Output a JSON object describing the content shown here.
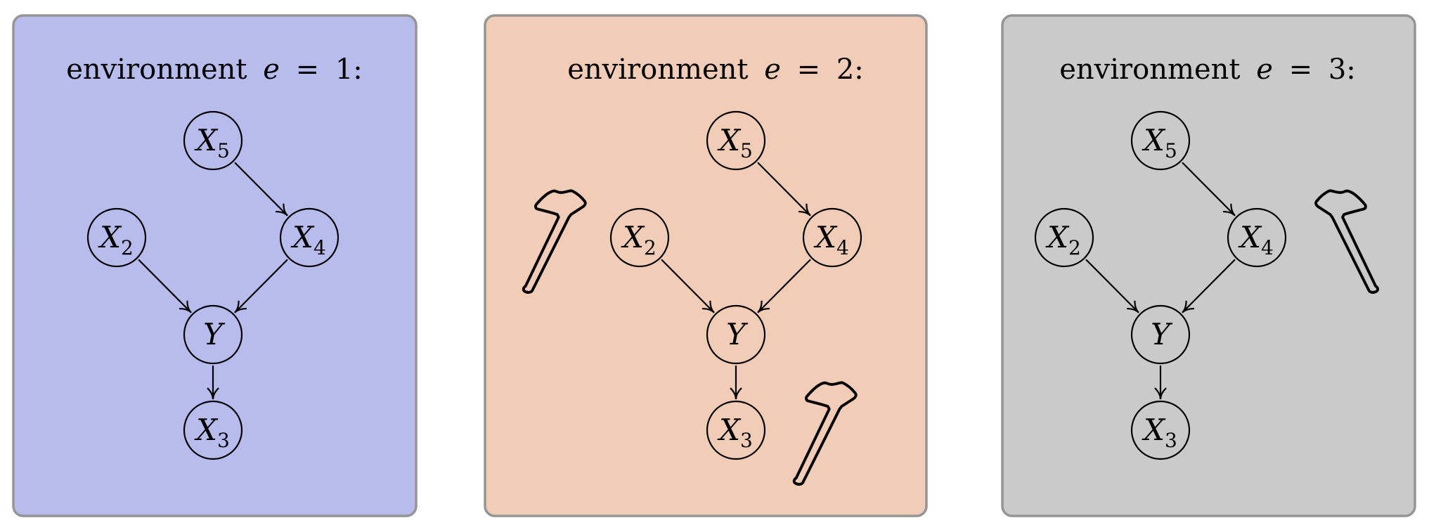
{
  "panels": [
    {
      "id": "env-1",
      "title_prefix": "environment",
      "title_var": "e",
      "title_eq": "=",
      "title_value": "1:",
      "fill": "#b7bced",
      "nodes": [
        {
          "id": "X5",
          "base": "X",
          "sub": "5"
        },
        {
          "id": "X2",
          "base": "X",
          "sub": "2"
        },
        {
          "id": "X4",
          "base": "X",
          "sub": "4"
        },
        {
          "id": "Y",
          "base": "Y",
          "sub": ""
        },
        {
          "id": "X3",
          "base": "X",
          "sub": "3"
        }
      ],
      "edges": [
        [
          "X5",
          "X4"
        ],
        [
          "X2",
          "Y"
        ],
        [
          "X4",
          "Y"
        ],
        [
          "Y",
          "X3"
        ]
      ],
      "interventions": []
    },
    {
      "id": "env-2",
      "title_prefix": "environment",
      "title_var": "e",
      "title_eq": "=",
      "title_value": "2:",
      "fill": "#f1cdb7",
      "nodes": [
        {
          "id": "X5",
          "base": "X",
          "sub": "5"
        },
        {
          "id": "X2",
          "base": "X",
          "sub": "2"
        },
        {
          "id": "X4",
          "base": "X",
          "sub": "4"
        },
        {
          "id": "Y",
          "base": "Y",
          "sub": ""
        },
        {
          "id": "X3",
          "base": "X",
          "sub": "3"
        }
      ],
      "edges": [
        [
          "X5",
          "X4"
        ],
        [
          "X2",
          "Y"
        ],
        [
          "X4",
          "Y"
        ],
        [
          "Y",
          "X3"
        ]
      ],
      "interventions": [
        "X2",
        "X3"
      ]
    },
    {
      "id": "env-3",
      "title_prefix": "environment",
      "title_var": "e",
      "title_eq": "=",
      "title_value": "3:",
      "fill": "#cacaca",
      "nodes": [
        {
          "id": "X5",
          "base": "X",
          "sub": "5"
        },
        {
          "id": "X2",
          "base": "X",
          "sub": "2"
        },
        {
          "id": "X4",
          "base": "X",
          "sub": "4"
        },
        {
          "id": "Y",
          "base": "Y",
          "sub": ""
        },
        {
          "id": "X3",
          "base": "X",
          "sub": "3"
        }
      ],
      "edges": [
        [
          "X5",
          "X4"
        ],
        [
          "X2",
          "Y"
        ],
        [
          "X4",
          "Y"
        ],
        [
          "Y",
          "X3"
        ]
      ],
      "interventions": [
        "X4"
      ]
    }
  ],
  "icons": {
    "intervention": "hammer-icon"
  },
  "colors": {
    "border": "#959595",
    "ink": "#000000"
  }
}
